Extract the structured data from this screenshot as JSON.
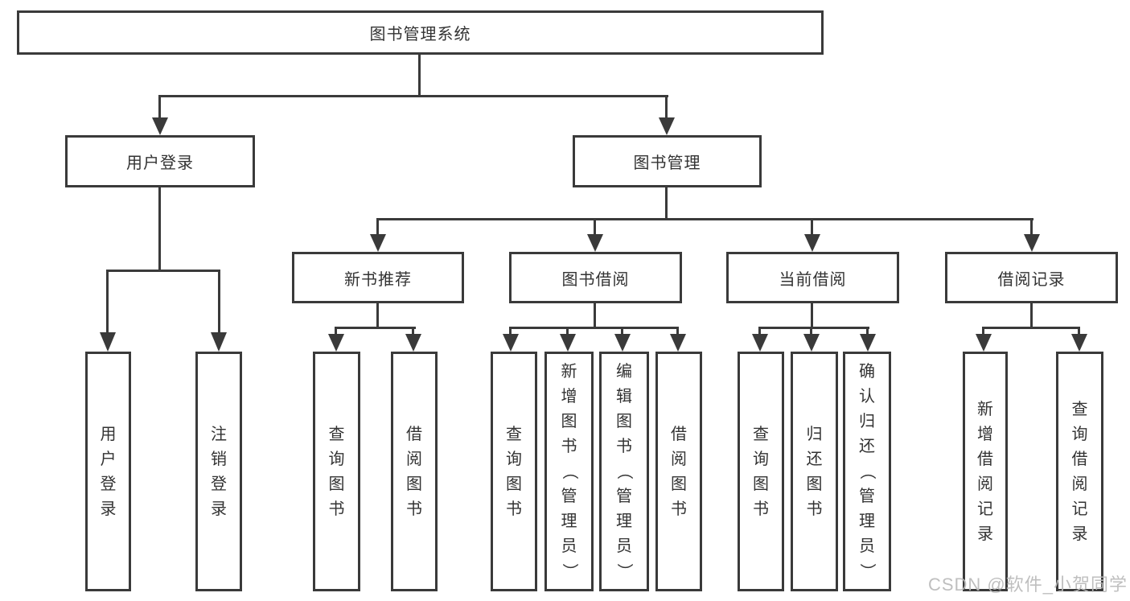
{
  "colors": {
    "line": "#3a3a3a",
    "text": "#333333",
    "bg": "#ffffff",
    "watermark": "#bababa"
  },
  "root": {
    "label": "图书管理系统"
  },
  "level2": [
    {
      "label": "用户登录"
    },
    {
      "label": "图书管理"
    }
  ],
  "level3": [
    {
      "label": "新书推荐"
    },
    {
      "label": "图书借阅"
    },
    {
      "label": "当前借阅"
    },
    {
      "label": "借阅记录"
    }
  ],
  "leaves": {
    "user_login": [
      {
        "label": "用户登录"
      },
      {
        "label": "注销登录"
      }
    ],
    "new_book": [
      {
        "label": "查询图书"
      },
      {
        "label": "借阅图书"
      }
    ],
    "book_borrow": [
      {
        "label": "查询图书"
      },
      {
        "label": "新增图书（管理员）"
      },
      {
        "label": "编辑图书（管理员）"
      },
      {
        "label": "借阅图书"
      }
    ],
    "current_borrow": [
      {
        "label": "查询图书"
      },
      {
        "label": "归还图书"
      },
      {
        "label": "确认归还（管理员）"
      }
    ],
    "borrow_record": [
      {
        "label": "新增借阅记录"
      },
      {
        "label": "查询借阅记录"
      }
    ]
  },
  "watermark": {
    "text": "CSDN @软件_小贺同学"
  }
}
